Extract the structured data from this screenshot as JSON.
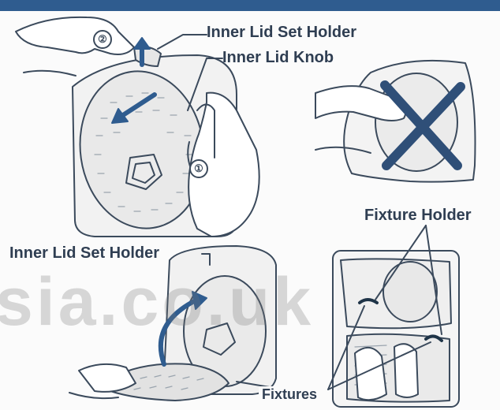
{
  "labels": {
    "inner_lid_set_holder_top": "Inner Lid Set Holder",
    "inner_lid_knob": "Inner Lid Knob",
    "fixture_holder": "Fixture Holder",
    "inner_lid_set_holder_bottom": "Inner Lid Set Holder",
    "fixtures": "Fixtures"
  },
  "steps": {
    "step1": "①",
    "step2": "②"
  },
  "watermark": "sia.co.uk",
  "colors": {
    "topbar": "#2f5c8f",
    "line": "#3b4a5c",
    "arrow": "#2f5c8f",
    "cross": "#2f4f78",
    "text": "#2f3e52"
  }
}
